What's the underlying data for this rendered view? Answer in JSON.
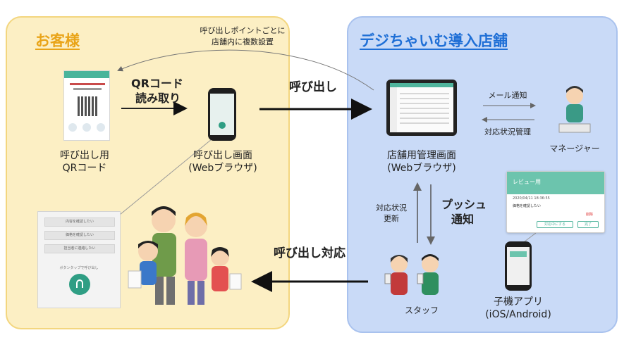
{
  "customer": {
    "title": "お客様",
    "placement_note_line1": "呼び出しポイントごとに",
    "placement_note_line2": "店舗内に複数設置",
    "qr_label_line1": "呼び出し用",
    "qr_label_line2": "QRコード",
    "scan_label_line1": "QRコード",
    "scan_label_line2": "読み取り",
    "screen_label_line1": "呼び出し画面",
    "screen_label_line2": "(Webブラウザ)",
    "call_options": [
      "内容を確認したい",
      "価格を確認したい",
      "担当者に連絡したい"
    ],
    "call_button_hint": "ボタンタップで呼び出し"
  },
  "store": {
    "title": "デジちゃいむ導入店舗",
    "admin_label_line1": "店舗用管理画面",
    "admin_label_line2": "(Webブラウザ)",
    "mail_notify": "メール通知",
    "status_manage": "対応状況管理",
    "manager_label": "マネージャー",
    "status_update_line1": "対応状況",
    "status_update_line2": "更新",
    "push_line1": "プッシュ",
    "push_line2": "通知",
    "staff_label": "スタッフ",
    "child_app_line1": "子機アプリ",
    "child_app_line2": "(iOS/Android)",
    "card": {
      "title": "レビュー用",
      "timestamp": "2020/04/11 18:36:55",
      "message": "価格を確認したい",
      "delete": "削除",
      "respond": "対応中にする",
      "done": "完了"
    }
  },
  "flow": {
    "call": "呼び出し",
    "call_response": "呼び出し対応"
  },
  "colors": {
    "customer_bg": "#fcefc4",
    "customer_title": "#e9a418",
    "store_bg": "#c9daf7",
    "store_title": "#1f6fd6",
    "accent": "#4fb49c"
  }
}
